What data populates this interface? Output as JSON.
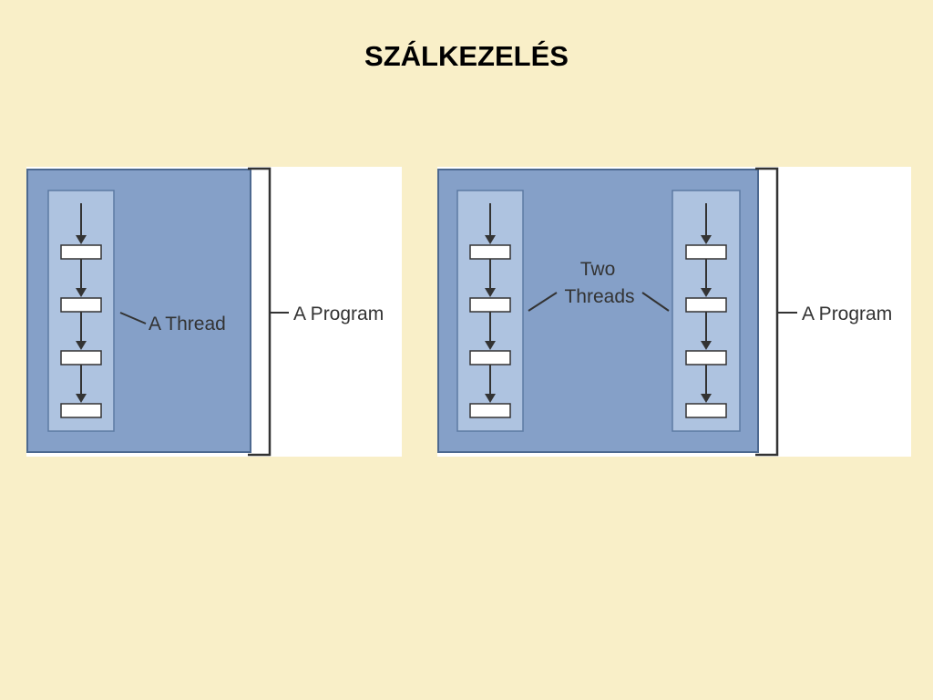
{
  "slide": {
    "title": "SZÁLKEZELÉS"
  },
  "diagrams": {
    "single": {
      "thread_label": "A Thread",
      "program_label": "A Program"
    },
    "multi": {
      "threads_label_line1": "Two",
      "threads_label_line2": "Threads",
      "program_label": "A Program"
    }
  },
  "colors": {
    "background": "#f9efc8",
    "program_fill": "#85a0c8",
    "thread_fill": "#aec3e0",
    "step_fill": "#ffffff",
    "line": "#333333"
  }
}
